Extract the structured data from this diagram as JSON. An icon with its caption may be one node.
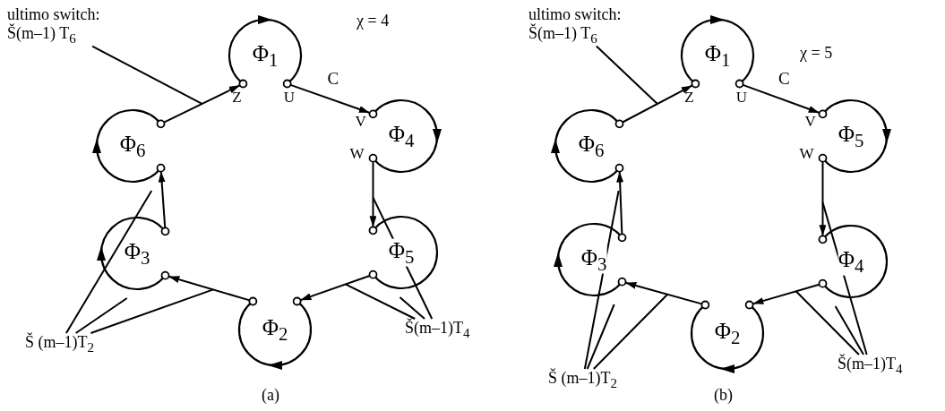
{
  "diagram": {
    "nodes": [
      {
        "text": [
          "ultimo switch:",
          "Š(m–1) T$_{6}$"
        ]
      },
      {
        "text": [
          "Φ$_{1}$"
        ],
        "beside": [
          "Z",
          "U"
        ]
      },
      {
        "text": [
          "Φ$_{6}$"
        ]
      },
      {
        "text": [
          "Φ$_{4}$"
        ],
        "beside": [
          "V",
          "W"
        ]
      },
      {
        "text": [
          "Φ$_{3}$"
        ]
      },
      {
        "text": [
          "Φ$_{5}$"
        ]
      },
      {
        "text": [
          "Φ$_{2}$"
        ]
      },
      {
        "text": [
          "Š (m–1)T$_{2}$"
        ]
      },
      {
        "text": [
          "Š(m–1)T$_{4}$"
        ]
      },
      {
        "text": [
          "ultimo switch:",
          "Š(m–1) T$_{6}$"
        ]
      },
      {
        "text": [
          "Φ$_{1}$"
        ],
        "beside": [
          "Z",
          "U"
        ]
      },
      {
        "text": [
          "Φ$_{6}$"
        ]
      },
      {
        "text": [
          "Φ$_{5}$"
        ],
        "beside": [
          "V",
          "W"
        ]
      },
      {
        "text": [
          "Φ$_{3}$"
        ]
      },
      {
        "text": [
          "Φ$_{4}$"
        ]
      },
      {
        "text": [
          "Φ$_{2}$"
        ]
      },
      {
        "text": [
          "Š (m–1)T$_{2}$"
        ]
      },
      {
        "text": [
          "Š(m–1)T$_{4}$"
        ]
      }
    ],
    "edges": [
      {
        "from": 2,
        "to": 1,
        "arrow": "to"
      },
      {
        "from": 1,
        "to": 3,
        "arrow": "to",
        "label": "C"
      },
      {
        "from": 3,
        "to": 5,
        "arrow": "to"
      },
      {
        "from": 5,
        "to": 6,
        "arrow": "to"
      },
      {
        "from": 6,
        "to": 4,
        "arrow": "to"
      },
      {
        "from": 4,
        "to": 2,
        "arrow": "to"
      },
      {
        "from": 0,
        "to": null,
        "arrow": "none"
      },
      {
        "from": 7,
        "to": 2,
        "arrow": "none"
      },
      {
        "from": 7,
        "to": 4,
        "arrow": "none"
      },
      {
        "from": 7,
        "to": null,
        "arrow": "none"
      },
      {
        "from": 8,
        "to": null,
        "arrow": "none"
      },
      {
        "from": 8,
        "to": 5,
        "arrow": "none"
      },
      {
        "from": 8,
        "to": null,
        "arrow": "none"
      },
      {
        "from": 11,
        "to": 10,
        "arrow": "to"
      },
      {
        "from": 10,
        "to": 12,
        "arrow": "to",
        "label": "C"
      },
      {
        "from": 12,
        "to": 14,
        "arrow": "to"
      },
      {
        "from": 14,
        "to": 15,
        "arrow": "to"
      },
      {
        "from": 15,
        "to": 13,
        "arrow": "to"
      },
      {
        "from": 13,
        "to": 11,
        "arrow": "to"
      },
      {
        "from": 9,
        "to": null,
        "arrow": "none"
      },
      {
        "from": 16,
        "to": 11,
        "arrow": "none"
      },
      {
        "from": 16,
        "to": 13,
        "arrow": "none"
      },
      {
        "from": 16,
        "to": null,
        "arrow": "none"
      },
      {
        "from": 17,
        "to": null,
        "arrow": "none"
      },
      {
        "from": 17,
        "to": 14,
        "arrow": "none"
      },
      {
        "from": 17,
        "to": null,
        "arrow": "none"
      }
    ],
    "labels": [
      "χ = 4",
      "(a)",
      "χ = 5",
      "(b)"
    ]
  }
}
